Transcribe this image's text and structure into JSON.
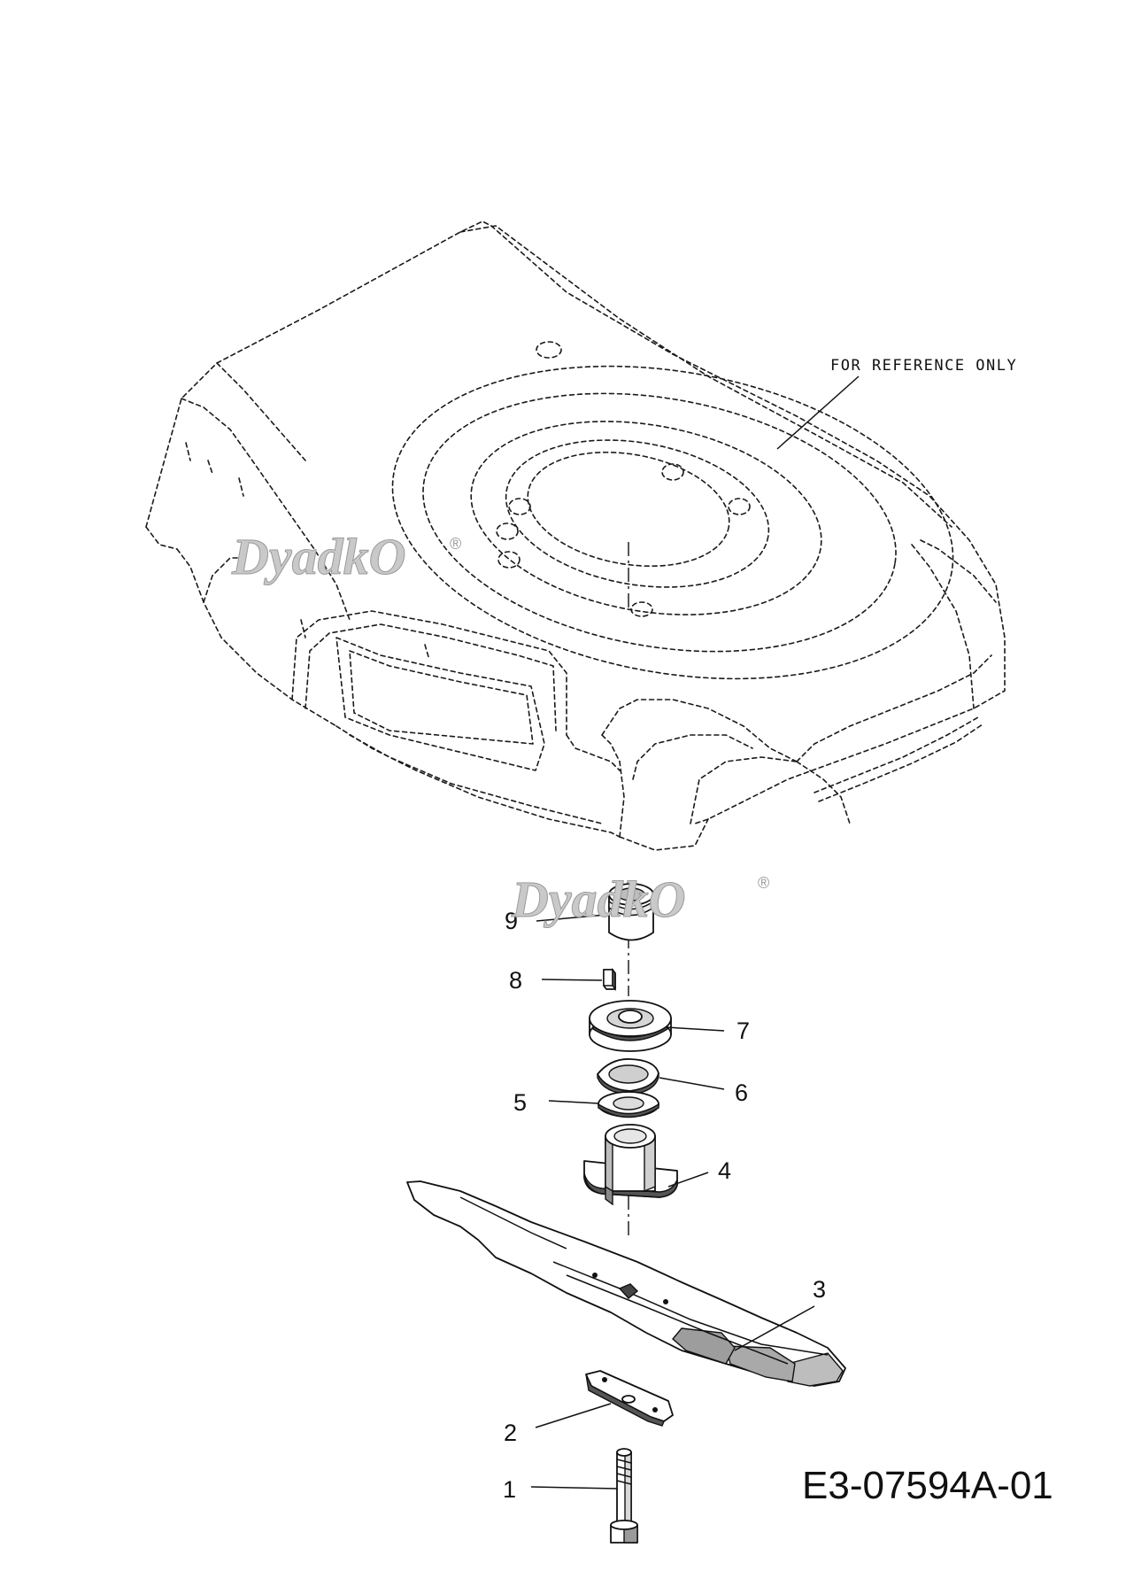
{
  "reference_note": "FOR REFERENCE ONLY",
  "drawing_code": "E3-07594A-01",
  "watermark": {
    "text": "DyadkO",
    "mark": "®"
  },
  "parts": [
    {
      "number": "1"
    },
    {
      "number": "2"
    },
    {
      "number": "3"
    },
    {
      "number": "4"
    },
    {
      "number": "5"
    },
    {
      "number": "6"
    },
    {
      "number": "7"
    },
    {
      "number": "8"
    },
    {
      "number": "9"
    }
  ]
}
